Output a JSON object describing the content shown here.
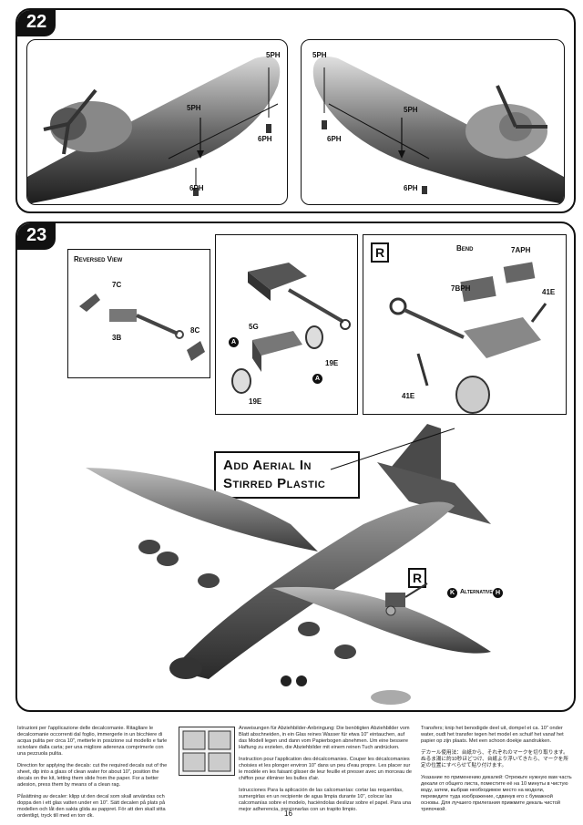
{
  "step22": {
    "number": "22",
    "left_view": {
      "labels": {
        "top": "5PH",
        "mid": "5PH",
        "right": "6PH",
        "bottom": "6PH"
      }
    },
    "right_view": {
      "labels": {
        "top": "5PH",
        "mid": "5PH",
        "left": "6PH",
        "bottom": "6PH"
      }
    }
  },
  "step23": {
    "number": "23",
    "reversed_view": {
      "title": "Reversed View",
      "labels": {
        "a": "7C",
        "b": "3B",
        "c": "8C"
      }
    },
    "assembly": {
      "labels": {
        "a": "5G",
        "b": "19E",
        "c": "19E"
      },
      "markers": [
        "A",
        "A"
      ]
    },
    "r_view": {
      "badge": "R",
      "labels": {
        "bend": "Bend",
        "a": "7APH",
        "b": "7BPH",
        "c": "41E",
        "d": "41E"
      }
    },
    "callout": {
      "line1": "Add Aerial In",
      "line2": "Stirred Plastic"
    },
    "alt_inset": {
      "badge": "R",
      "label": "Alternative",
      "marker_k": "K",
      "marker_h": "H"
    }
  },
  "instructions": {
    "it": "Istruzioni per l'applicazione delle decalcomanie. Ritagliare le decalcomanie occorrenti dal foglio, immergerle in un bicchiere di acqua pulita per circa 10\", metterle in posizione sul modello e farle scivolare dalla carta; per una migliore aderenza comprimerle con una pezzuola pulita.",
    "en": "Direction for applying the decals: cut the required decals out of the sheet, dip into a glass of clean water for about 10\", position the decals on the kit, letting them slide from the paper. For a better adesion, press them by means of a clean rag.",
    "sv": "Påsättning av decaler: klipp ut den decal som skall användas och doppa den i ett glas vatten under en 10\". Sätt decalen på plats på modellen och låt den sakta glida av pappret. För att den skall sitta ordentligt, tryck till med en torr dk.",
    "de": "Anweisungen für Abziehbilder-Anbringung: Die benötigten Abziehbilder vom Blatt abschneiden, in ein Glas reines Wasser für etwa 10\" eintauchen, auf das Modell legen und dann vom Papierbogen abnehmen. Um eine bessere Haftung zu erzielen, die Abziehbilder mit einem reinen Tuch andrücken.",
    "fr": "Instruction pour l'application des décalcomanies. Couper les décalcomanies choisies et les plonger environ 10\" dans un peu d'eau propre. Les placer sur le modèle en les faisant glisser de leur feuille et presser avec un morceau de chiffon pour éliminer les bulles d'air.",
    "es": "Istrucciones Para la aplicación de las calcomanías: cortar las requeridas, sumergirlas en un recipiente de agua limpia durante 10\", colocar las calcomanías sobre el modelo, haciéndolas deslizar sobre el papel. Para una mejor adherencia, presionarlas con un trapito limpio.",
    "nl": "Transfers; knip het benodigde deel uit, dompel et ca. 10\" onder water, oudt het transfer tegen het model en schuif het vanaf het papier op zijn plaats. Met een schoon doekje aandrukken.",
    "jp": "デカール使用法：台紙から、それぞれのマークを切り取ります。ぬるま湯に約10秒ほどつけ、台紙より浮いてきたら、マークを所定の位置にすべらせて貼り付けます。",
    "ru": "Указание по применению декалей: Отрежьте нужную вам часть декали от общего листа, поместите её на 10 минуты в чистую воду, затем, выбрав необходимое место на модели, переведите туда изображение, сдвинув его с бумажной основы. Для лучшего прилегания прижмите декаль чистой тряпочкой."
  },
  "page_number": "16"
}
